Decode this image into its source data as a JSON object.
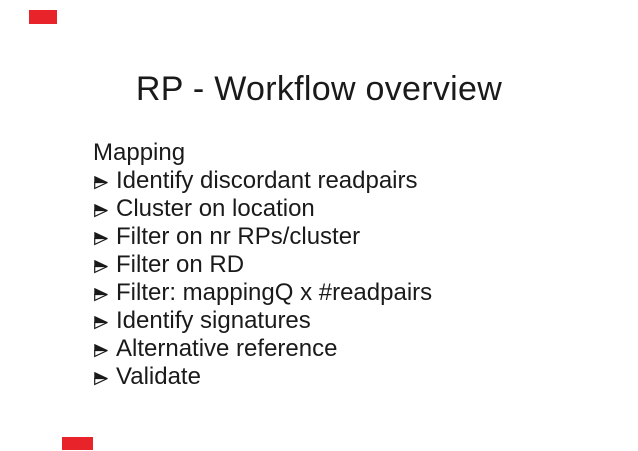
{
  "slide": {
    "title": "RP - Workflow overview",
    "section_label": "Mapping",
    "bullet_items": [
      "Identify discordant readpairs",
      "Cluster on location",
      "Filter on nr RPs/cluster",
      "Filter on RD",
      "Filter: mappingQ x #readpairs",
      "Identify signatures",
      "Alternative reference",
      "Validate"
    ]
  },
  "icons": {
    "bullet": "arrowhead-bullet-icon"
  },
  "colors": {
    "background": "#ffffff",
    "text": "#1a1a1a",
    "annotation_red": "#e8232a"
  }
}
